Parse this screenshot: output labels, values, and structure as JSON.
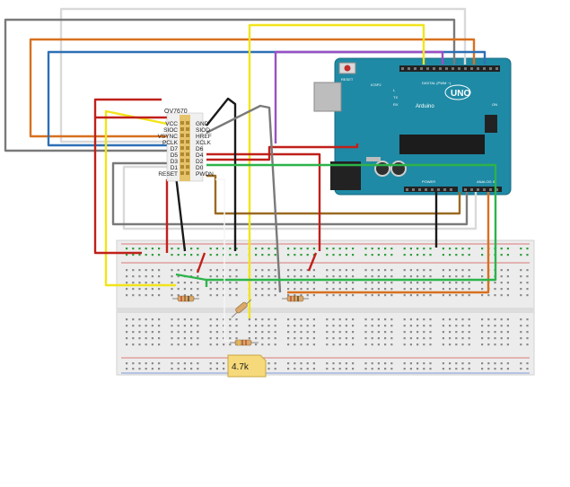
{
  "camera_module": {
    "name": "OV7670",
    "left_pins": [
      "VCC",
      "SIOC",
      "VSYNC",
      "PCLK",
      "D7",
      "D5",
      "D3",
      "D1",
      "RESET"
    ],
    "right_pins": [
      "GND",
      "SIOD",
      "HREF",
      "XCLK",
      "D6",
      "D4",
      "D2",
      "D0",
      "PWDN"
    ]
  },
  "arduino": {
    "brand": "Arduino",
    "model": "UNO",
    "reset_label": "RESET",
    "icsp_label": "ICSP2",
    "tx_label": "TX",
    "rx_label": "RX",
    "l_label": "L",
    "on_label": "ON",
    "digital_label": "DIGITAL (PWM ~)",
    "power_label": "POWER",
    "analog_label": "ANALOG IN"
  },
  "resistor_tag": {
    "value": "4.7k"
  },
  "colors": {
    "wire_red": "#c0201a",
    "wire_black": "#1a1a1a",
    "wire_yellow": "#f2e41a",
    "wire_green": "#2db34a",
    "wire_orange": "#d8701f",
    "wire_blue": "#2e6fb5",
    "wire_purple": "#9b4fc4",
    "wire_brown": "#9b6a22",
    "wire_gray": "#7a7a7a",
    "wire_light": "#d9d9d9",
    "board_teal": "#1f8aa5",
    "breadboard": "#e9e9e9"
  }
}
